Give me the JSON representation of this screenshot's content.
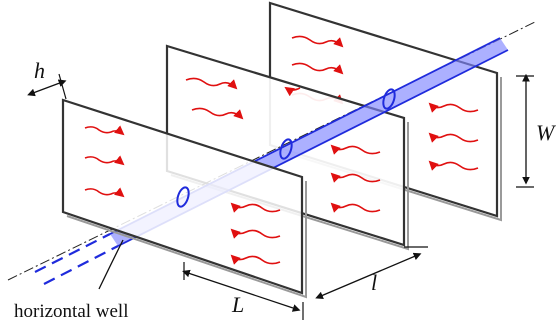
{
  "labels": {
    "h": "h",
    "W": "W",
    "L": "L",
    "l": "l",
    "horizontal_well": "horizontal well"
  },
  "colors": {
    "well": "#1f2bdc",
    "well_fill": "#7f86ff",
    "flow_arrow": "#e01010",
    "fracture_edge": "#333333",
    "fracture_back_edge": "#9a9a9a"
  },
  "icons": {
    "flow": "wavy-arrow",
    "fracture": "rectangular-plane"
  }
}
